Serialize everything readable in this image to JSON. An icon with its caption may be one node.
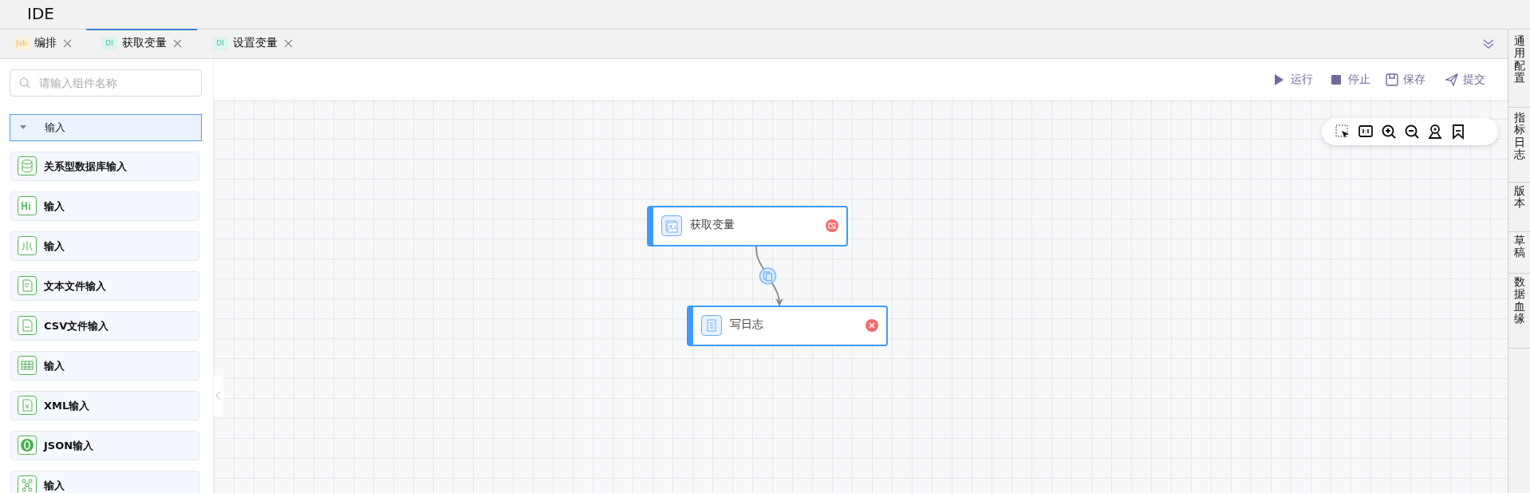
{
  "diagram": {
    "title": "IDE",
    "nodes": [
      {
        "text": [
          "获取变量"
        ]
      },
      {
        "text": [
          "写日志"
        ]
      }
    ],
    "edges": [
      {
        "from": 0,
        "to": 1,
        "arrow": "to"
      }
    ],
    "labels": [
      "Job",
      "编排",
      "DI",
      "获取变量",
      "DI",
      "设置变量",
      "请输入组件名称",
      "运行",
      "停止",
      "保存",
      "提交",
      "输入",
      "关系型数据库输入",
      "输入",
      "输入",
      "文本文件输入",
      "CSV文件输入",
      "输入",
      "XML输入",
      "JSON输入",
      "输入",
      "通用配置",
      "指标日志",
      "版本",
      "草稿",
      "数据血缘"
    ]
  }
}
